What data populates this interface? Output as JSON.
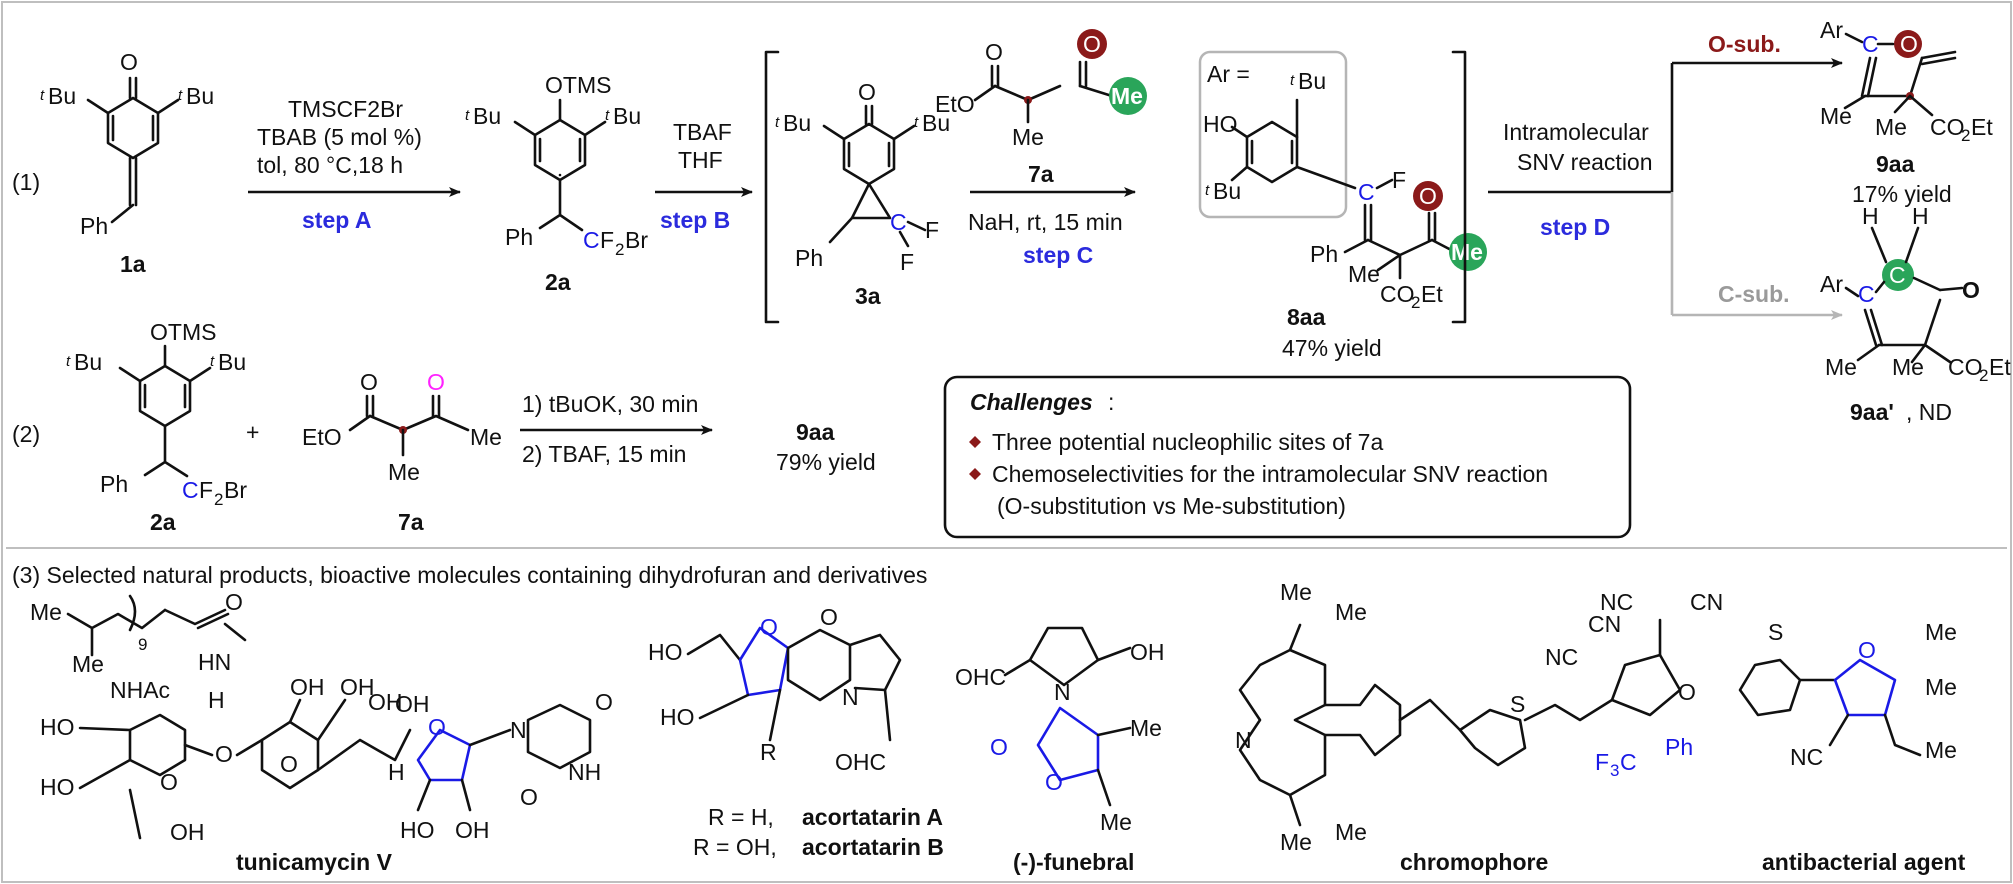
{
  "colors": {
    "accent_blue": "#1a1ae6",
    "step_blue": "#2b2bdd",
    "oxygen_red": "#8b1a1a",
    "methyl_green": "#2aa55a",
    "magenta": "#ff22ff",
    "gray_arrow": "#b5b5b5",
    "frame_gray": "#bfbfbf"
  },
  "section1": {
    "label": "(1)",
    "compounds": {
      "c1a": "1a",
      "c2a": "2a",
      "c3a": "3a",
      "c7a": "7a",
      "c8aa": "8aa",
      "c8aa_yield": "47% yield",
      "c9aa": "9aa",
      "c9aa_yield": "17% yield",
      "c9aap": "9aa'",
      "c9aap_suffix": ", ND"
    },
    "stepA": {
      "reagent1": "TMSCF2Br",
      "reagent2": "TBAB (5 mol %)",
      "reagent3": "tol, 80 °C,18 h",
      "label": "step A"
    },
    "stepB": {
      "reagent1": "TBAF",
      "reagent2": "THF",
      "label": "step B"
    },
    "stepC": {
      "reagent": "NaH, rt, 15 min",
      "label": "step C"
    },
    "stepD": {
      "reagent1": "Intramolecular",
      "reagent2": "SNV reaction",
      "label": "step D"
    },
    "branch_o": "O-sub.",
    "branch_c": "C-sub.",
    "ar_def": "Ar ="
  },
  "section2": {
    "label": "(2)",
    "plus": "+",
    "cond1": "1) tBuOK, 30 min",
    "cond2": "2) TBAF, 15 min",
    "product": "9aa",
    "yield": "79% yield",
    "c2a": "2a",
    "c7a": "7a"
  },
  "challenges": {
    "title": "Challenges",
    "colon": ":",
    "items": [
      "Three potential nucleophilic sites of 7a",
      "Chemoselectivities for the intramolecular SNV reaction",
      "(O-substitution vs Me-substitution)"
    ]
  },
  "section3": {
    "title": "(3)  Selected natural products, bioactive molecules  containing dihydrofuran and derivatives",
    "names": {
      "tunicamycin": "tunicamycin V",
      "acortatarin_a_prefix": "R = H, ",
      "acortatarin_a": "acortatarin A",
      "acortatarin_b_prefix": "R = OH, ",
      "acortatarin_b": "acortatarin B",
      "funebral": "(-)-funebral",
      "chromophore": "chromophore",
      "antibacterial": "antibacterial agent"
    }
  }
}
